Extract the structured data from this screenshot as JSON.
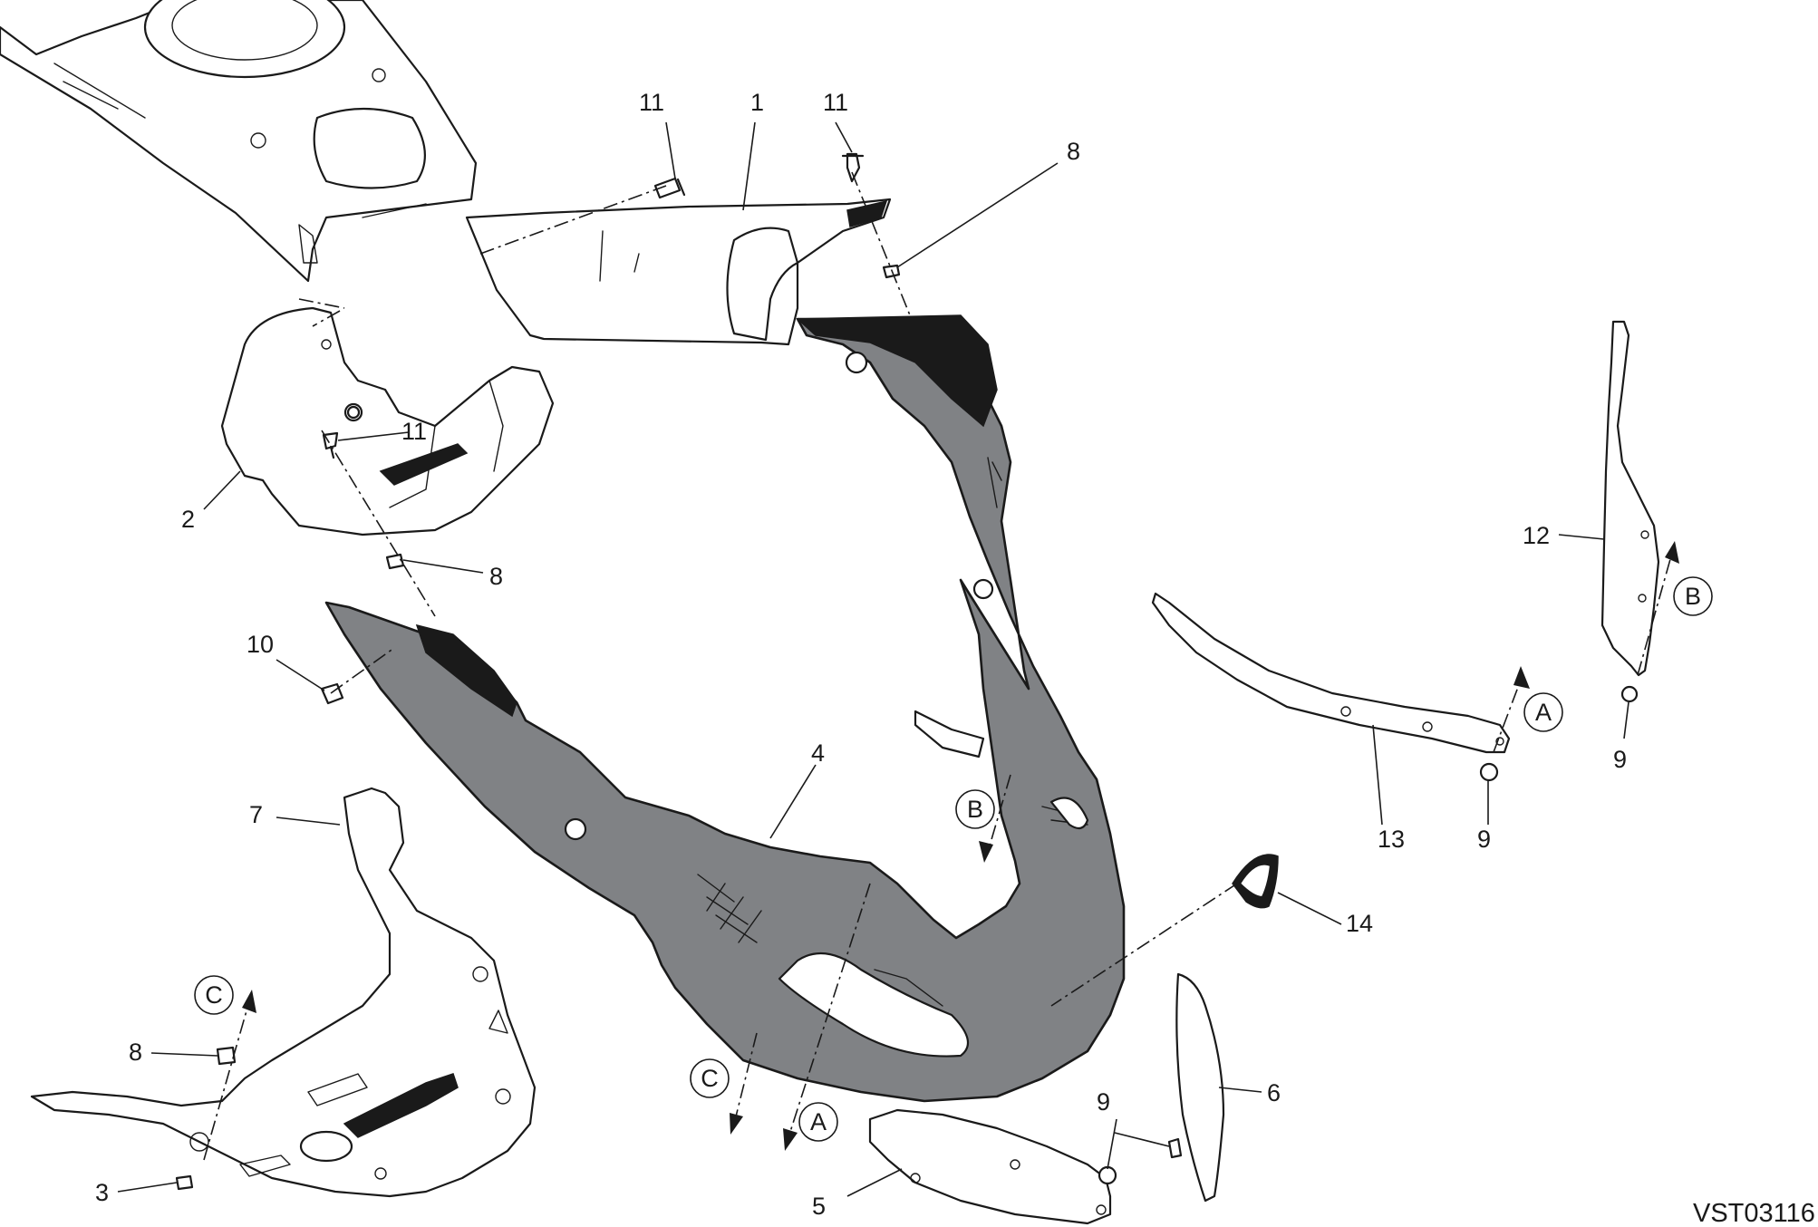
{
  "diagram": {
    "ref_code": "VST03116",
    "part_labels": {
      "p1": "1",
      "p2": "2",
      "p3": "3",
      "p4": "4",
      "p5": "5",
      "p6": "6",
      "p7": "7",
      "p8a": "8",
      "p8b": "8",
      "p8c": "8",
      "p9a": "9",
      "p9b": "9",
      "p9c": "9",
      "p10": "10",
      "p11a": "11",
      "p11b": "11",
      "p11c": "11",
      "p12": "12",
      "p13": "13",
      "p14": "14"
    },
    "callouts": {
      "a1": "A",
      "a2": "A",
      "b1": "B",
      "b2": "B",
      "c1": "C",
      "c2": "C"
    },
    "colors": {
      "fairing_fill": "#808285",
      "line": "#1a1a1a",
      "background": "#ffffff"
    }
  }
}
